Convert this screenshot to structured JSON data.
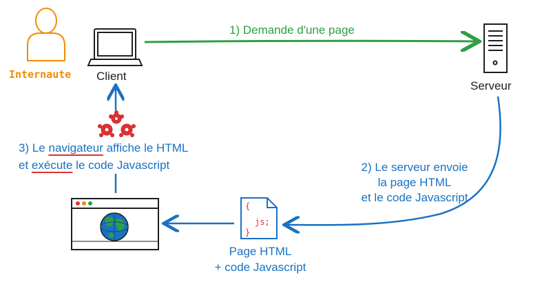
{
  "actors": {
    "user": "Internaute",
    "client": "Client",
    "server": "Serveur"
  },
  "steps": {
    "step1": "1) Demande d'une page",
    "step2_line1": "2) Le serveur envoie",
    "step2_line2": "la page HTML",
    "step2_line3": "et le code Javascript",
    "step3_prefix": "3) Le ",
    "step3_word1": "navigateur",
    "step3_mid": " affiche le HTML",
    "step3_line2_prefix": "et ",
    "step3_word2": "exécute",
    "step3_line2_suffix": " le code Javascript"
  },
  "document": {
    "line1": "Page HTML",
    "line2": "+ code Javascript",
    "file_glyph_brace_open": "{",
    "file_glyph_js": "js;",
    "file_glyph_brace_close": "}"
  },
  "colors": {
    "orange": "#f08c00",
    "green": "#2f9e44",
    "blue": "#1971c2",
    "red": "#e03131",
    "dark": "#1e1e1e"
  }
}
